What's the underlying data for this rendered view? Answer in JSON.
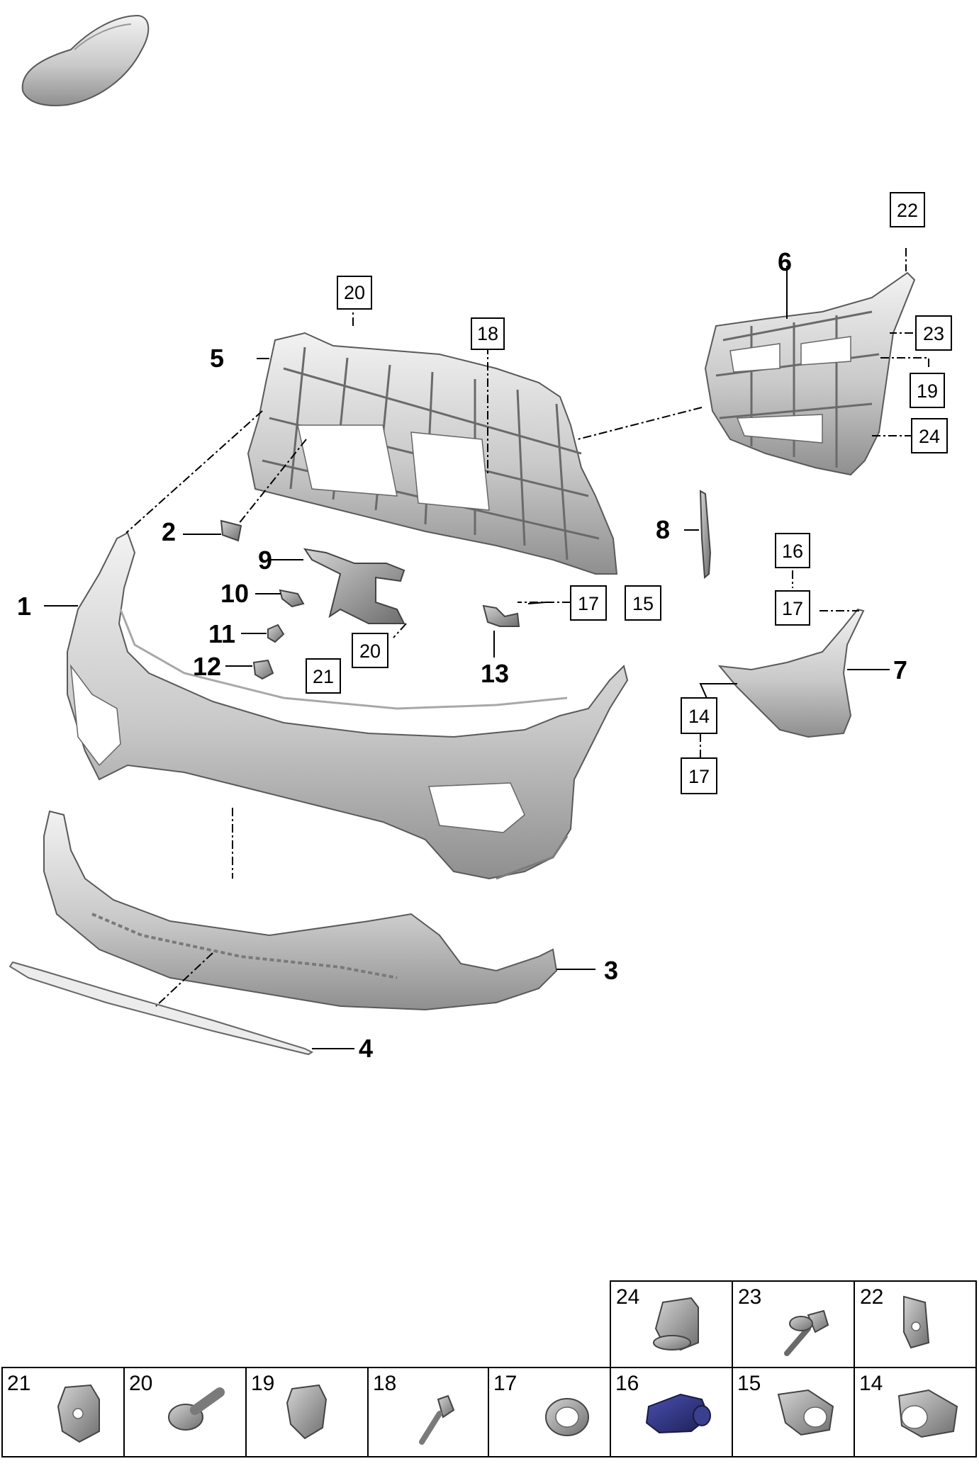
{
  "callouts": {
    "c1": "1",
    "c2": "2",
    "c3": "3",
    "c4": "4",
    "c5": "5",
    "c6": "6",
    "c7": "7",
    "c8": "8",
    "c9": "9",
    "c10": "10",
    "c11": "11",
    "c12": "12",
    "c13": "13"
  },
  "boxed_refs": {
    "b20a": "20",
    "b18": "18",
    "b22": "22",
    "b23": "23",
    "b19": "19",
    "b24": "24",
    "b16": "16",
    "b17a": "17",
    "b17b": "17",
    "b15": "15",
    "b20b": "20",
    "b21": "21",
    "b14": "14",
    "b17c": "17"
  },
  "fastener_table": {
    "top_row": [
      "24",
      "23",
      "22"
    ],
    "bottom_row": [
      "21",
      "20",
      "19",
      "18",
      "17",
      "16",
      "15",
      "14"
    ]
  },
  "colors": {
    "part_light": "#e6e6e6",
    "part_dark": "#9a9a9a",
    "sensor_blue": "#2b2f7a"
  }
}
